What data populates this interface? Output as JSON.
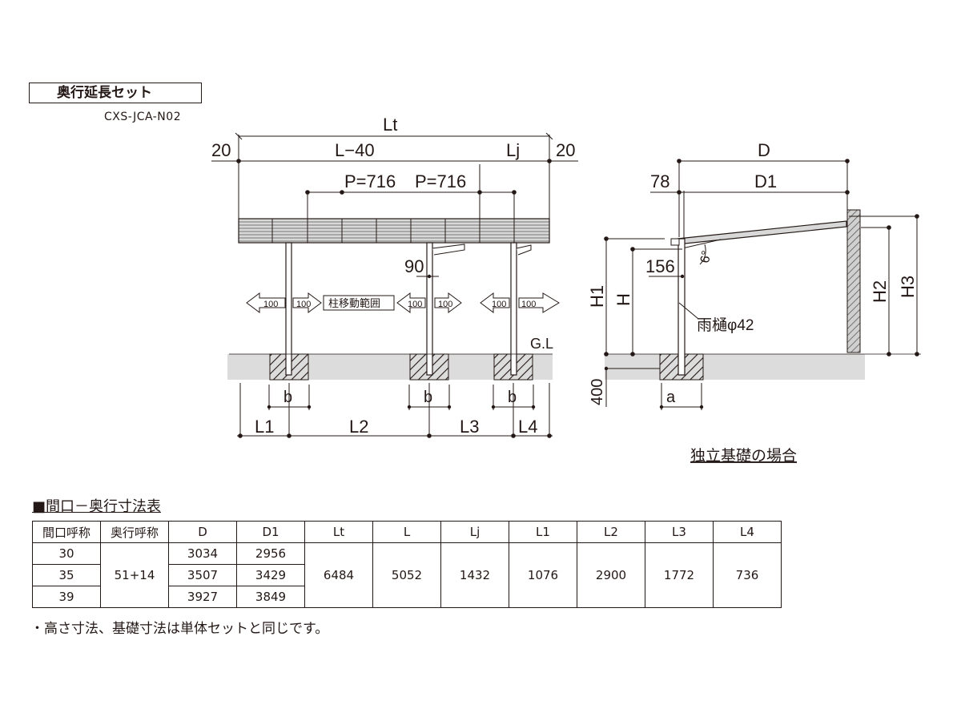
{
  "set_title": "奥行延長セット",
  "model_code": "CXS-JCA-N02",
  "front_view": {
    "dim_lt": "Lt",
    "dim_edge_left": "20",
    "dim_l40": "L−40",
    "dim_lj": "Lj",
    "dim_edge_right": "20",
    "dim_p1": "P=716",
    "dim_p2": "P=716",
    "dim_90": "90",
    "move_range_label": "柱移動範囲",
    "move_100": "100",
    "gl_label": "G.L",
    "dim_b": "b",
    "dim_l1": "L1",
    "dim_l2": "L2",
    "dim_l3": "L3",
    "dim_l4": "L4"
  },
  "side_view": {
    "dim_d": "D",
    "dim_d1": "D1",
    "dim_78": "78",
    "dim_156": "156",
    "angle": "6°",
    "dim_h1": "H1",
    "dim_h": "H",
    "dim_h2": "H2",
    "dim_h3": "H3",
    "gutter_label": "雨樋φ42",
    "dim_400": "400",
    "dim_a": "a",
    "caption": "独立基礎の場合"
  },
  "table": {
    "heading": "■間口－奥行寸法表",
    "headers": [
      "間口呼称",
      "奥行呼称",
      "D",
      "D1",
      "Lt",
      "L",
      "Lj",
      "L1",
      "L2",
      "L3",
      "L4"
    ],
    "rows": [
      {
        "maguchi": "30",
        "d": "3034",
        "d1": "2956"
      },
      {
        "maguchi": "35",
        "d": "3507",
        "d1": "3429"
      },
      {
        "maguchi": "39",
        "d": "3927",
        "d1": "3849"
      }
    ],
    "shared": {
      "okuyuki": "51+14",
      "lt": "6484",
      "l": "5052",
      "lj": "1432",
      "l1": "1076",
      "l2": "2900",
      "l3": "1772",
      "l4": "736"
    }
  },
  "note": "・高さ寸法、基礎寸法は単体セットと同じです。"
}
